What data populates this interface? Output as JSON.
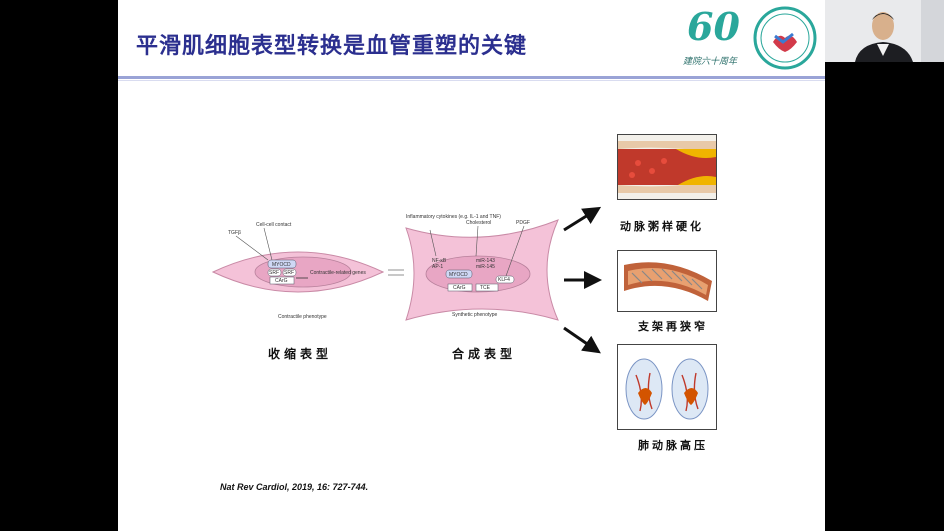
{
  "slide": {
    "title": "平滑肌细胞表型转换是血管重塑的关键",
    "logo_left": {
      "number": "60",
      "caption": "建院六十周年"
    },
    "logo_right": {
      "icon": "handshake-emblem-icon"
    },
    "diagram": {
      "contractile": {
        "inputs": [
          "TGFβ",
          "Cell-cell contact"
        ],
        "nodes": [
          "MYOCD",
          "SRF",
          "SRF",
          "CArG"
        ],
        "genes_label": "Contractile-related genes",
        "caption": "Contractile phenotype",
        "zh_label": "收缩表型"
      },
      "synthetic": {
        "inputs": [
          "Inflammatory cytokines (e.g. IL-1 and TNF)",
          "Cholesterol",
          "PDGF"
        ],
        "nodes": [
          "NF-κB",
          "AP-1",
          "miR-143",
          "miR-145",
          "MYOCD",
          "KLF4",
          "CArG",
          "TCE"
        ],
        "caption": "Synthetic phenotype",
        "zh_label": "合成表型"
      }
    },
    "outcomes": [
      {
        "label": "动脉粥样硬化",
        "icon": "atherosclerosis-artery-image"
      },
      {
        "label": "支架再狭窄",
        "icon": "stent-restenosis-image"
      },
      {
        "label": "肺动脉高压",
        "icon": "pulmonary-hypertension-image"
      }
    ],
    "citation": "Nat Rev Cardiol, 2019, 16: 727-744."
  },
  "webcam": {
    "icon": "presenter-video-icon"
  },
  "colors": {
    "title": "#2b2f8f",
    "cell_fill": "#f4c2d8",
    "cell_stroke": "#c98aa6",
    "teal": "#2aa79b"
  }
}
